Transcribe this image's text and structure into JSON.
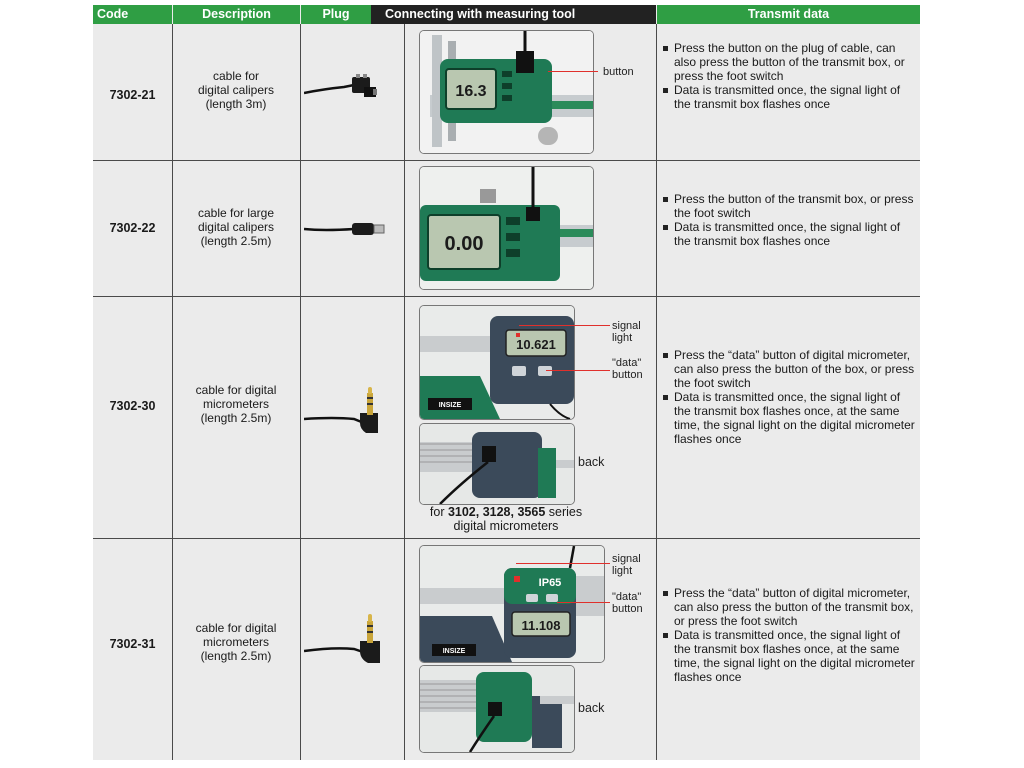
{
  "headers": {
    "code": "Code",
    "description": "Description",
    "plug": "Plug",
    "connecting": "Connecting with measuring tool",
    "transmit": "Transmit data"
  },
  "rows": [
    {
      "code": "7302-21",
      "description": [
        "cable for",
        "digital calipers",
        "(length 3m)"
      ],
      "callouts": {
        "button": "button"
      },
      "lcd": "16.3",
      "transmit": [
        "Press the button on the plug of cable, can also press the button of the transmit box, or press the foot switch",
        "Data is transmitted once, the signal light of the transmit box flashes once"
      ]
    },
    {
      "code": "7302-22",
      "description": [
        "cable for large",
        "digital calipers",
        "(length 2.5m)"
      ],
      "lcd": "0.00",
      "transmit": [
        "Press the button of the transmit box, or press the foot switch",
        "Data is transmitted once, the signal light of the transmit box flashes once"
      ]
    },
    {
      "code": "7302-30",
      "description": [
        "cable for digital",
        "micrometers",
        "(length 2.5m)"
      ],
      "lcd": "10.621",
      "brand": "INSIZE",
      "callouts": {
        "signal_light": [
          "signal",
          "light"
        ],
        "data_button": [
          "\"data\"",
          "button"
        ],
        "back": "back"
      },
      "caption": {
        "prefix": "for ",
        "series": "3102, 3128, 3565",
        "suffix": " series",
        "line2": "digital micrometers"
      },
      "transmit": [
        "Press the “data” button of digital micrometer, can also press the button of the box, or press the foot switch",
        "Data is transmitted once, the signal light of the transmit box flashes once, at the same time, the signal light on the digital micrometer flashes once"
      ]
    },
    {
      "code": "7302-31",
      "description": [
        "cable for digital",
        "micrometers",
        "(length 2.5m)"
      ],
      "lcd": "11.108",
      "brand": "INSIZE",
      "ip_rating": "IP65",
      "callouts": {
        "signal_light": [
          "signal",
          "light"
        ],
        "data_button": [
          "\"data\"",
          "button"
        ],
        "back": "back"
      },
      "transmit": [
        "Press the “data” button of digital micrometer, can also press the button of the transmit box, or press the foot switch",
        "Data is transmitted once, the signal light of the transmit box flashes once, at the same time, the signal light on the digital micrometer flashes once"
      ]
    }
  ],
  "colors": {
    "header_green": "#2f9e44",
    "header_dark": "#222222",
    "cell_bg": "#ebebeb",
    "tool_green": "#1f7a55",
    "lcd": "#b9c7b0",
    "callout_red": "#e0302c"
  },
  "icons": [
    "caliper-plug-icon",
    "micro-usb-plug-icon",
    "audio-jack-plug-icon"
  ]
}
